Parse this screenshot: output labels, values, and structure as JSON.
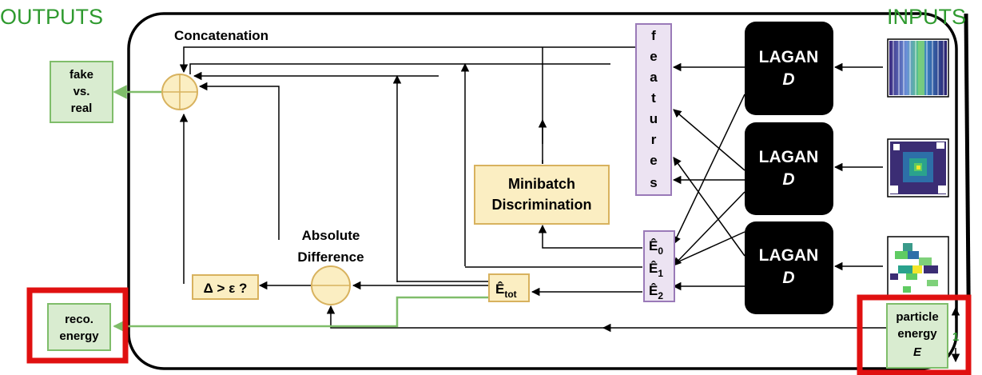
{
  "outputs_title": "OUTPUTS",
  "inputs_title": "INPUTS",
  "concatenation": "Concatenation",
  "features_letters": [
    "f",
    "e",
    "a",
    "t",
    "u",
    "r",
    "e",
    "s"
  ],
  "lagan": [
    {
      "line1": "LAGAN",
      "line2": "D"
    },
    {
      "line1": "LAGAN",
      "line2": "D"
    },
    {
      "line1": "LAGAN",
      "line2": "D"
    }
  ],
  "minibatch": {
    "line1": "Minibatch",
    "line2": "Discrimination"
  },
  "absolute_difference": {
    "line1": "Absolute",
    "line2": "Difference"
  },
  "energy": {
    "e0_base": "Ê",
    "e0_sub": "0",
    "e1_base": "Ê",
    "e1_sub": "1",
    "e2_base": "Ê",
    "e2_sub": "2",
    "etot_base": "Ê",
    "etot_sub": "tot"
  },
  "threshold": "Δ > ε ?",
  "fake_vs_real": [
    "fake",
    "vs.",
    "real"
  ],
  "reco_energy": [
    "reco.",
    "energy"
  ],
  "particle_energy": [
    "particle",
    "energy",
    "E"
  ],
  "particle_factor": "1",
  "colors": {
    "green": "#2f9a2f",
    "yellow_fill": "#fbeec2",
    "yellow_stroke": "#d8b25e",
    "green_fill": "#d9ecd0",
    "green_stroke": "#7fbd6a",
    "purple_fill": "#ece3f2",
    "purple_stroke": "#9a7ab8",
    "highlight": "#e01010"
  }
}
